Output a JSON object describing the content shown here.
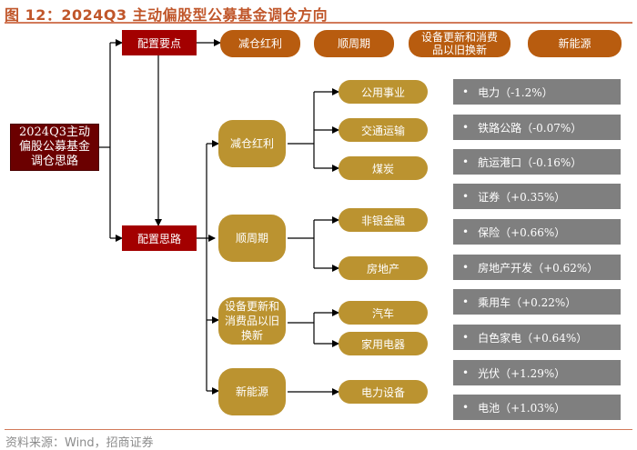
{
  "figure": {
    "title": "图 12：2024Q3 主动偏股型公募基金调仓方向",
    "source": "资料来源：Wind，招商证券"
  },
  "root": {
    "label": "2024Q3主动偏股公募基金调仓思路"
  },
  "config_points": {
    "label": "配置要点",
    "items": [
      "减仓红利",
      "顺周期",
      "设备更新和消费品以旧换新",
      "新能源"
    ]
  },
  "config_ideas": {
    "label": "配置思路",
    "groups": [
      {
        "label": "减仓红利",
        "leaves": [
          "公用事业",
          "交通运输",
          "煤炭"
        ]
      },
      {
        "label": "顺周期",
        "leaves": [
          "非银金融",
          "房地产"
        ]
      },
      {
        "label": "设备更新和消费品以旧换新",
        "leaves": [
          "汽车",
          "家用电器"
        ]
      },
      {
        "label": "新能源",
        "leaves": [
          "电力设备"
        ]
      }
    ]
  },
  "details": {
    "bullet": "•",
    "items": [
      "电力（-1.2%）",
      "铁路公路（-0.07%）",
      "航运港口（-0.16%）",
      "证券（+0.35%）",
      "保险（+0.66%）",
      "房地产开发（+0.62%）",
      "乘用车（+0.22%）",
      "白色家电（+0.64%）",
      "光伏（+1.29%）",
      "电池（+1.03%）"
    ]
  },
  "colors": {
    "title": "#c0562a",
    "root_bg": "#6b0000",
    "config_bg": "#a30000",
    "top_pill_bg": "#b85c0f",
    "gold_bg": "#bb9330",
    "detail_bg": "#7f7f7f"
  }
}
